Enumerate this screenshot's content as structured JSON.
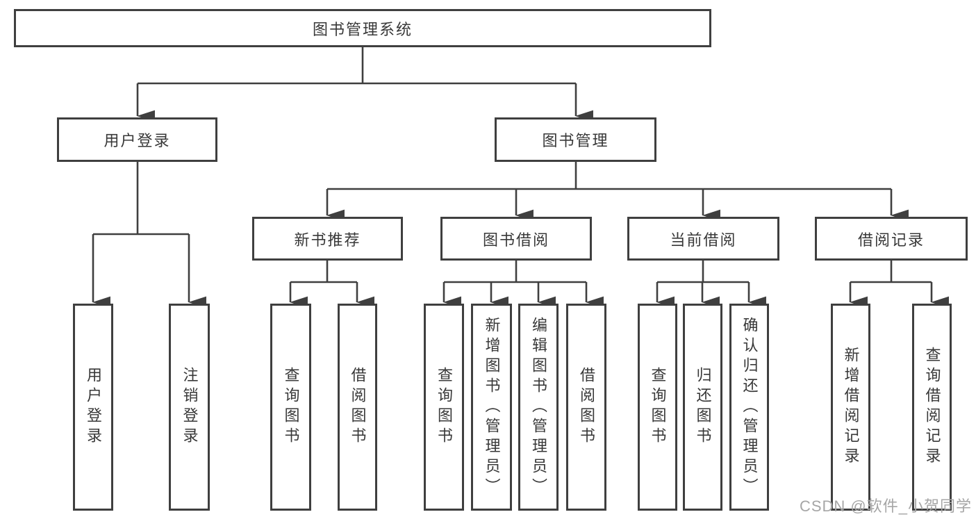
{
  "nodes": {
    "root": "图书管理系统",
    "user_login": "用户登录",
    "book_mgmt": "图书管理",
    "ul_login": "用户登录",
    "ul_logout": "注销登录",
    "new_books": "新书推荐",
    "borrowing": "图书借阅",
    "current": "当前借阅",
    "records": "借阅记录",
    "nb_query": "查询图书",
    "nb_borrow": "借阅图书",
    "bb_query": "查询图书",
    "bb_add": "新增图书（管理员）",
    "bb_edit": "编辑图书（管理员）",
    "bb_borrow": "借阅图书",
    "cb_query": "查询图书",
    "cb_return": "归还图书",
    "cb_confirm": "确认归还（管理员）",
    "br_add": "新增借阅记录",
    "br_query": "查询借阅记录"
  },
  "hierarchy": {
    "图书管理系统": {
      "用户登录": [
        "用户登录",
        "注销登录"
      ],
      "图书管理": {
        "新书推荐": [
          "查询图书",
          "借阅图书"
        ],
        "图书借阅": [
          "查询图书",
          "新增图书（管理员）",
          "编辑图书（管理员）",
          "借阅图书"
        ],
        "当前借阅": [
          "查询图书",
          "归还图书",
          "确认归还（管理员）"
        ],
        "借阅记录": [
          "新增借阅记录",
          "查询借阅记录"
        ]
      }
    }
  },
  "watermark": "CSDN @软件_小贺同学",
  "colors": {
    "line": "#3f3f3f",
    "box_border": "#3f3f3f",
    "text": "#383838",
    "watermark": "#a6a6a6",
    "background": "#ffffff"
  }
}
